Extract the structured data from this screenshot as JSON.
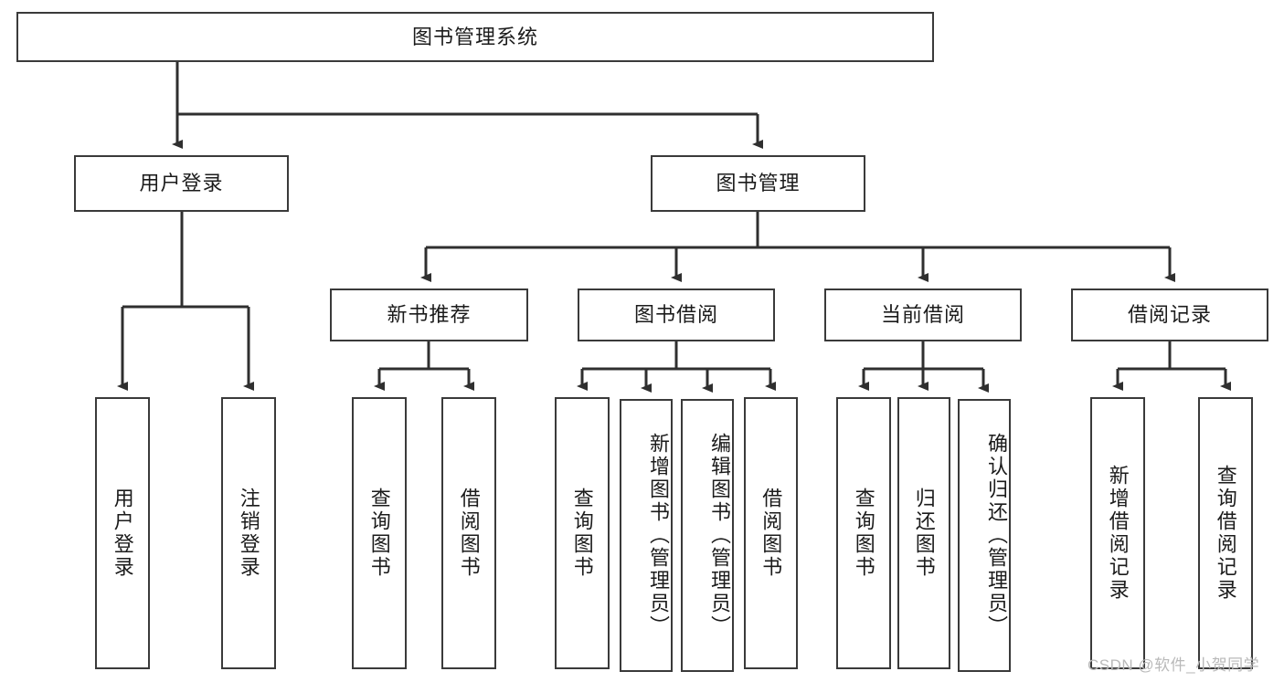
{
  "diagram": {
    "title": "图书管理系统",
    "type": "tree",
    "watermark": "CSDN @软件_小贺同学",
    "colors": {
      "box_border": "#3a3a3a",
      "box_fill": "#ffffff",
      "edge": "#2f2f2f",
      "text": "#1b1b1b",
      "watermark": "#b9b9b9"
    },
    "nodes": {
      "root": "图书管理系统",
      "level2": [
        "用户登录",
        "图书管理"
      ],
      "level3": [
        "新书推荐",
        "图书借阅",
        "当前借阅",
        "借阅记录"
      ],
      "leaves": {
        "user_login": [
          "用户登录",
          "注销登录"
        ],
        "new_book_recommend": [
          "查询图书",
          "借阅图书"
        ],
        "book_borrow": [
          "查询图书",
          "新增图书（管理员）",
          "编辑图书（管理员）",
          "借阅图书"
        ],
        "current_borrow": [
          "查询图书",
          "归还图书",
          "确认归还（管理员）"
        ],
        "borrow_record": [
          "新增借阅记录",
          "查询借阅记录"
        ]
      }
    }
  }
}
